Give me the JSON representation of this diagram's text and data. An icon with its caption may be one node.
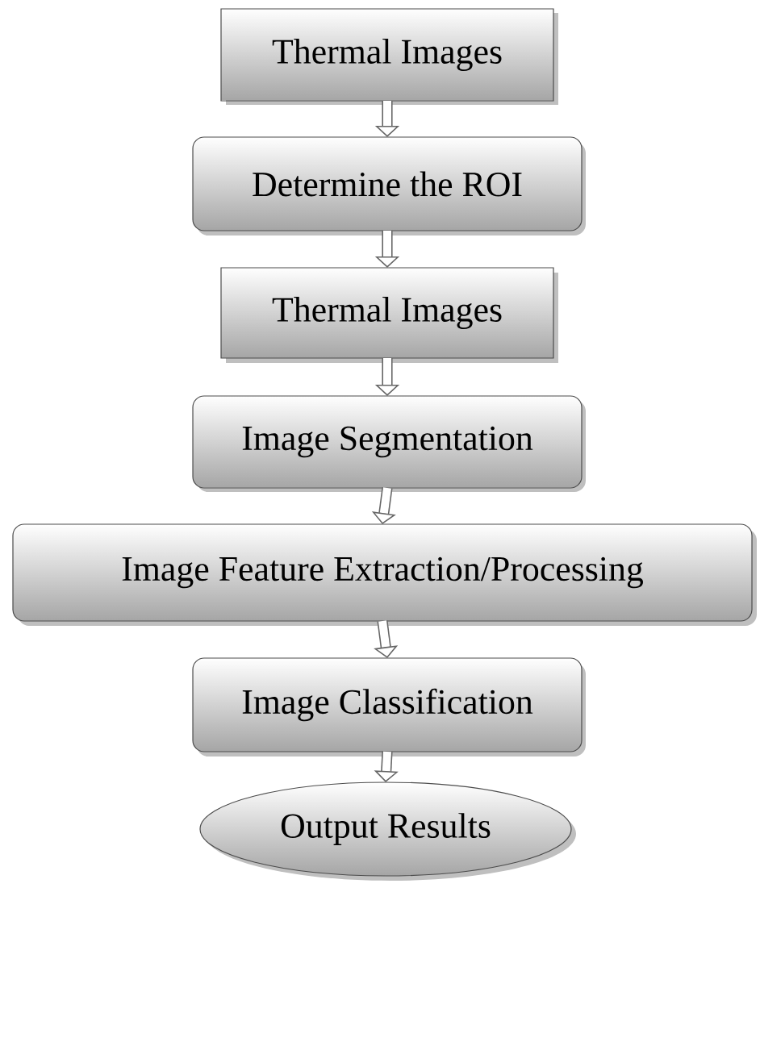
{
  "diagram": {
    "nodes": [
      {
        "text": [
          "Thermal Images"
        ]
      },
      {
        "text": [
          "Determine the ROI"
        ]
      },
      {
        "text": [
          "Thermal Images"
        ]
      },
      {
        "text": [
          "Image Segmentation"
        ]
      },
      {
        "text": [
          "Image Feature Extraction/Processing"
        ]
      },
      {
        "text": [
          "Image Classification"
        ]
      },
      {
        "text": [
          "Output Results"
        ]
      }
    ],
    "edges": [
      {
        "from": 0,
        "to": 1,
        "arrow": "to"
      },
      {
        "from": 1,
        "to": 2,
        "arrow": "to"
      },
      {
        "from": 2,
        "to": 3,
        "arrow": "to"
      },
      {
        "from": 3,
        "to": 4,
        "arrow": "to"
      },
      {
        "from": 4,
        "to": 5,
        "arrow": "to"
      },
      {
        "from": 5,
        "to": 6,
        "arrow": "to"
      }
    ]
  }
}
